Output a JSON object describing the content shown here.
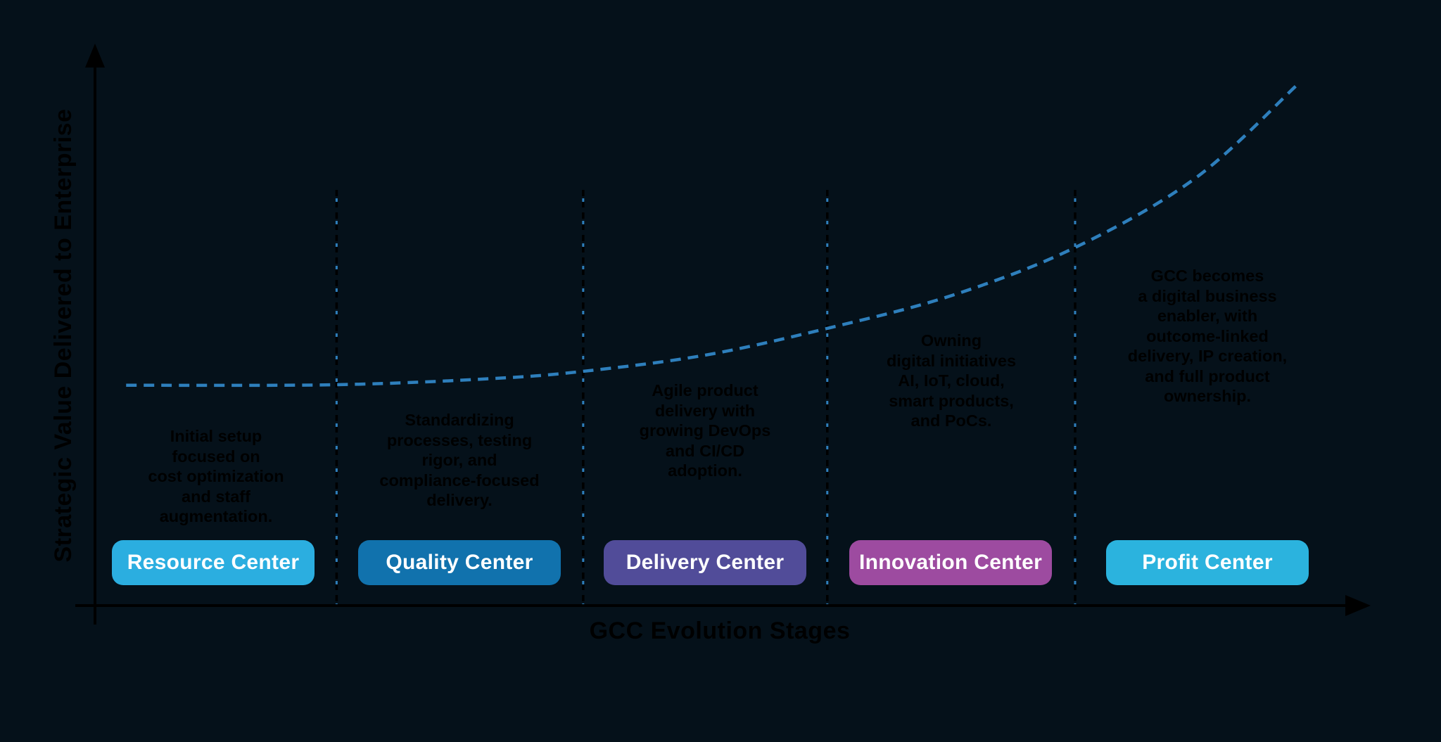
{
  "canvas": {
    "background": "#05111A"
  },
  "chart_data": {
    "type": "line",
    "title": "",
    "xlabel": "GCC Evolution Stages",
    "ylabel": "Strategic Value Delivered to Enterprise",
    "x_categories": [
      "Resource Center",
      "Quality Center",
      "Delivery Center",
      "Innovation Center",
      "Profit Center"
    ],
    "series": [
      {
        "name": "Strategic value delivered",
        "color": "#2E7FBC",
        "line_style": "dashed",
        "x_frac": [
          0.025,
          0.194,
          0.319,
          0.392,
          0.49,
          0.588,
          0.688,
          0.787,
          0.884,
          0.965
        ],
        "values": [
          39.5,
          39.6,
          40.7,
          42.0,
          44.9,
          49.7,
          55.6,
          64.2,
          76.7,
          93.3
        ]
      }
    ],
    "ylim": [
      0,
      100
    ],
    "stage_boundaries_frac": [
      0.194,
      0.392,
      0.588,
      0.787
    ],
    "grid": false,
    "legend": false,
    "axis_color": "#000000",
    "divider_color": "#000000",
    "divider_accent": "#2E7FBC"
  },
  "stages": [
    {
      "name": "Resource Center",
      "color": "#2BAEE0",
      "text_color": "#FFFFFF",
      "description": [
        "Initial setup",
        "focused on",
        "cost optimization",
        "and staff",
        "augmentation."
      ]
    },
    {
      "name": "Quality Center",
      "color": "#1172AD",
      "text_color": "#FFFFFF",
      "description": [
        "Standardizing",
        "processes, testing",
        "rigor, and",
        "compliance-focused",
        "delivery."
      ]
    },
    {
      "name": "Delivery Center",
      "color": "#514C99",
      "text_color": "#FFFFFF",
      "description": [
        "Agile product",
        "delivery with",
        "growing DevOps",
        "and CI/CD",
        "adoption."
      ]
    },
    {
      "name": "Innovation Center",
      "color": "#9D4BA0",
      "text_color": "#FFFFFF",
      "description": [
        "Owning",
        "digital initiatives",
        "AI, IoT, cloud,",
        "smart products,",
        "and PoCs."
      ]
    },
    {
      "name": "Profit Center",
      "color": "#2BB3DE",
      "text_color": "#FFFFFF",
      "description": [
        "GCC becomes",
        "a digital business",
        "enabler, with",
        "outcome-linked",
        "delivery, IP creation,",
        "and full product",
        "ownership."
      ]
    }
  ]
}
